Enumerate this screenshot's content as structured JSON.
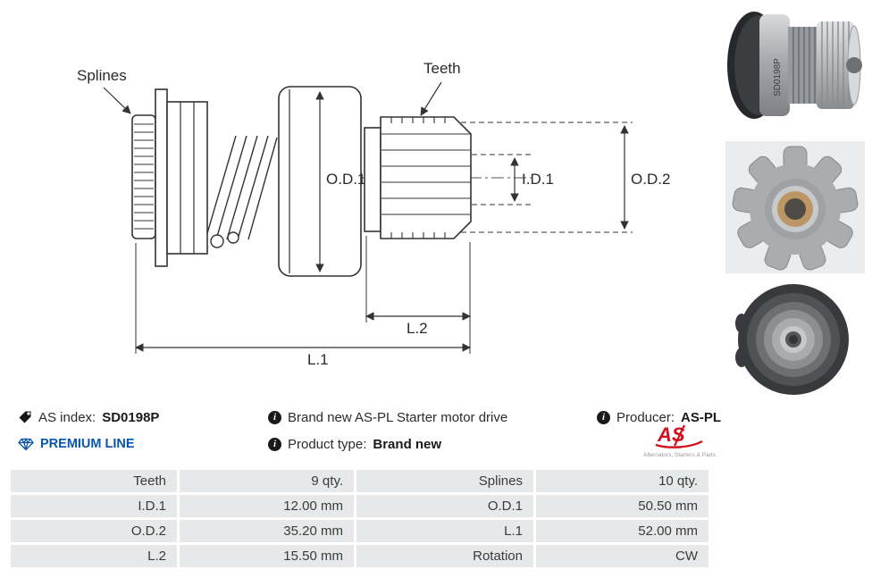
{
  "drawing": {
    "labels": {
      "splines": "Splines",
      "teeth": "Teeth",
      "od1": "O.D.1",
      "id1": "I.D.1",
      "od2": "O.D.2",
      "l1": "L.1",
      "l2": "L.2"
    }
  },
  "photos": {
    "stamp": "SD0198P"
  },
  "info": {
    "as_index_label": "AS index:",
    "as_index_value": "SD0198P",
    "description": "Brand new AS-PL Starter motor drive",
    "producer_label": "Producer:",
    "producer_value": "AS-PL",
    "premium_line": "PREMIUM LINE",
    "product_type_label": "Product type:",
    "product_type_value": "Brand new"
  },
  "logo": {
    "text": "AS",
    "subtext": "Alternators, Starters & Parts"
  },
  "table": {
    "rows": [
      {
        "c1": "Teeth",
        "c2": "9 qty.",
        "c3": "Splines",
        "c4": "10 qty."
      },
      {
        "c1": "I.D.1",
        "c2": "12.00 mm",
        "c3": "O.D.1",
        "c4": "50.50 mm"
      },
      {
        "c1": "O.D.2",
        "c2": "35.20 mm",
        "c3": "L.1",
        "c4": "52.00 mm"
      },
      {
        "c1": "L.2",
        "c2": "15.50 mm",
        "c3": "Rotation",
        "c4": "CW"
      }
    ]
  },
  "colors": {
    "accent_blue": "#0a55a8",
    "logo_red": "#d10f1e",
    "table_cell": "#e6e8ea"
  }
}
